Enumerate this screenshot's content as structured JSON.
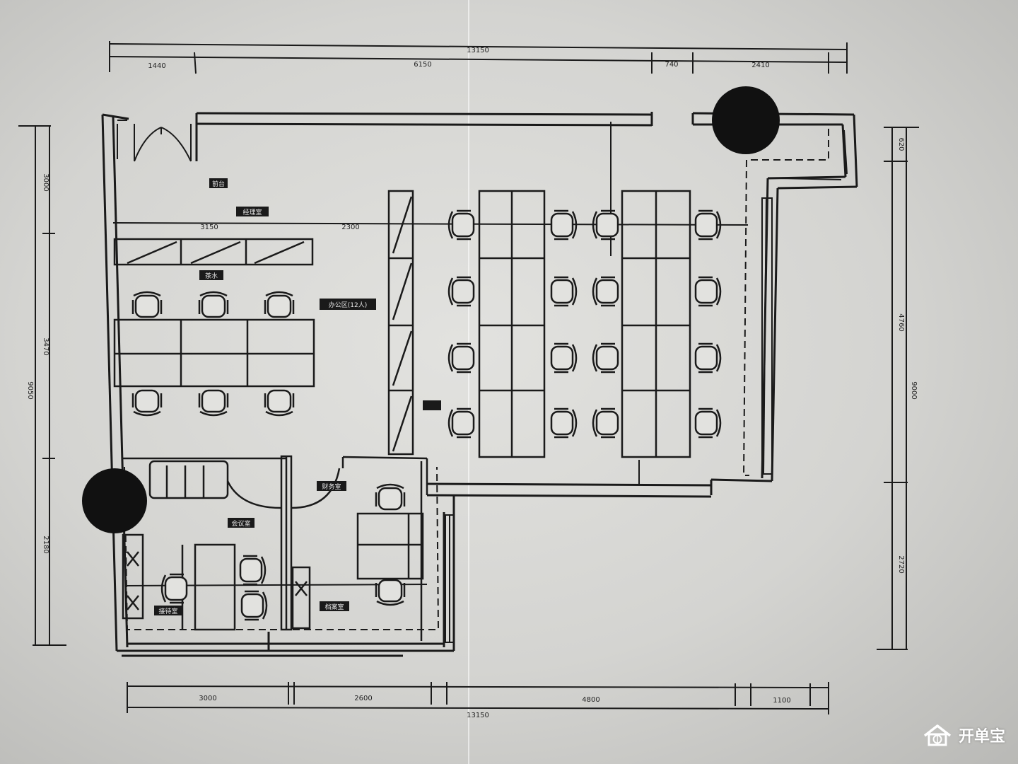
{
  "watermark": {
    "text": "开单宝",
    "icon": "house-dollar-icon"
  },
  "dimensions": {
    "top_total": "13150",
    "top": [
      "1440",
      "6150",
      "740",
      "2410"
    ],
    "bottom_total": "13150",
    "bottom": [
      "3000",
      "2600",
      "4800",
      "1100"
    ],
    "left_total": "9050",
    "left": [
      "3000",
      "3470",
      "2180"
    ],
    "right_total": "9000",
    "right": [
      "620",
      "4760",
      "2720"
    ],
    "interior": [
      "3150",
      "2300"
    ]
  },
  "rooms": {
    "work_area": "办公区(12人)",
    "reception": "前台",
    "office_1": "经理室",
    "office_2": "财务室",
    "meeting": "会议室",
    "small_1": "接待室",
    "small_2": "档案室",
    "tag": "茶水"
  },
  "colors": {
    "ink": "#1a1a1a",
    "paper": "#e2e2df",
    "column": "#111111"
  }
}
